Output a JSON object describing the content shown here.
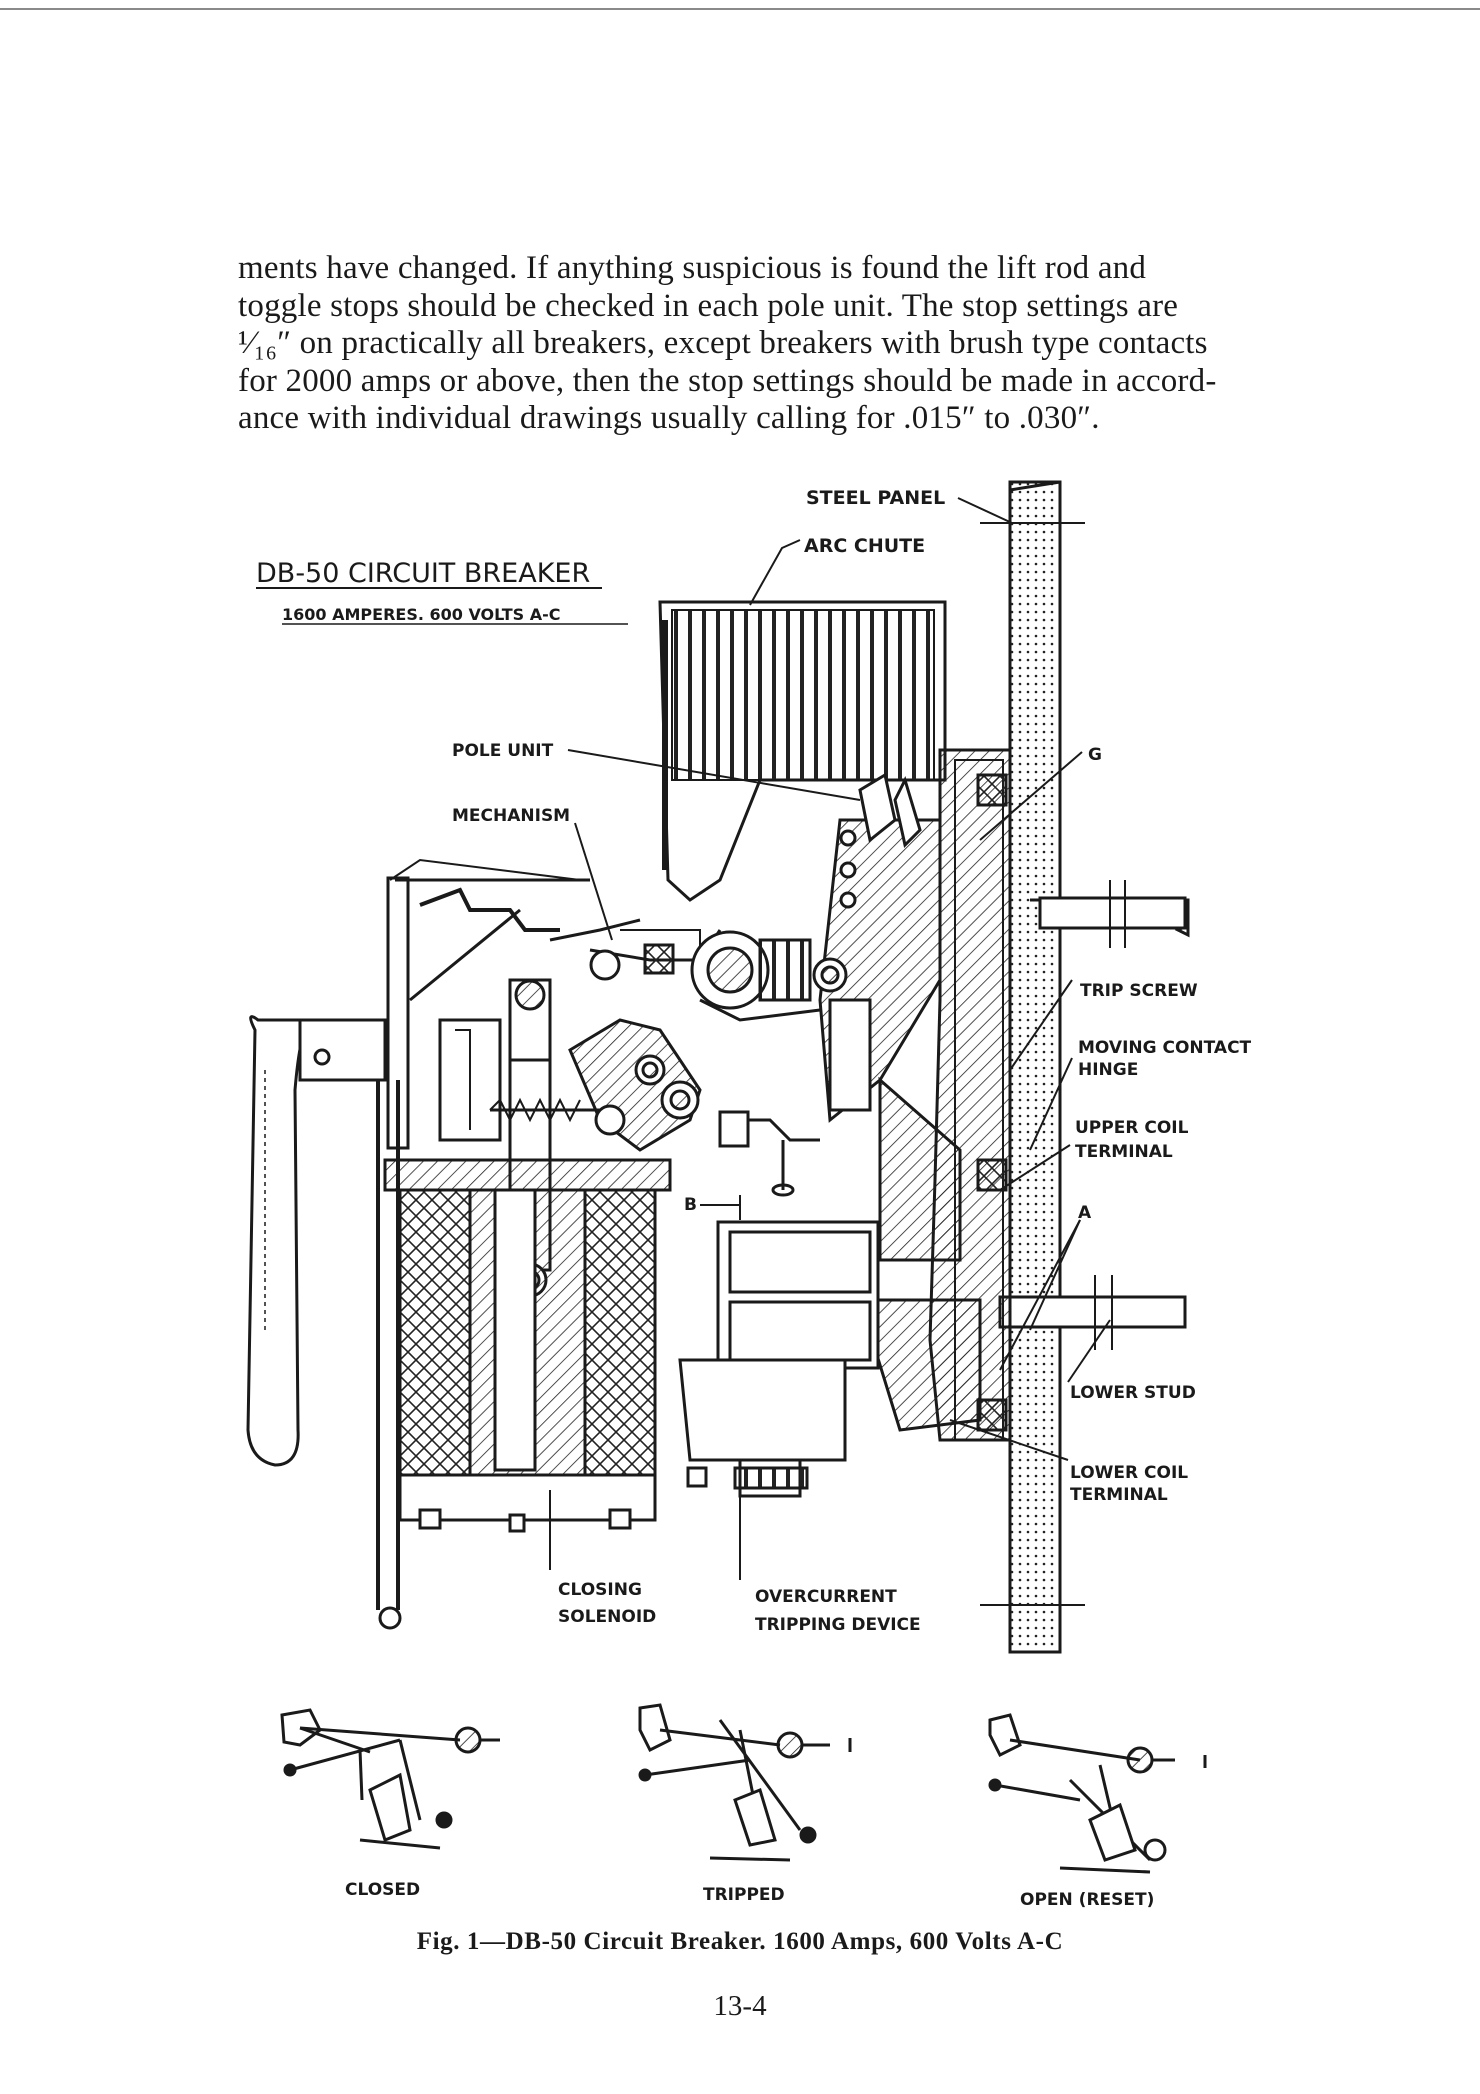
{
  "body_text": {
    "lines": [
      "ments have changed. If anything suspicious is found the lift rod and",
      "toggle stops should be checked in each pole unit. The stop settings are",
      "¹⁄₁₆″ on practically all breakers, except breakers with brush type contacts",
      "for 2000 amps or above, then the stop settings should be made in accord-",
      "ance with individual drawings usually calling for .015″ to .030″."
    ]
  },
  "figure": {
    "title": "DB-50 CIRCUIT BREAKER",
    "subtitle": "1600 AMPERES. 600 VOLTS A-C",
    "labels": {
      "steel_panel": "STEEL PANEL",
      "arc_chute": "ARC CHUTE",
      "pole_unit": "POLE UNIT",
      "mechanism": "MECHANISM",
      "g": "G",
      "trip_screw": "TRIP SCREW",
      "moving_contact_1": "MOVING CONTACT",
      "moving_contact_2": "HINGE",
      "upper_coil_1": "UPPER COIL",
      "upper_coil_2": "TERMINAL",
      "a": "A",
      "b": "B",
      "lower_stud": "LOWER STUD",
      "lower_coil_1": "LOWER COIL",
      "lower_coil_2": "TERMINAL",
      "closing_1": "CLOSING",
      "closing_2": "SOLENOID",
      "overcurrent_1": "OVERCURRENT",
      "overcurrent_2": "TRIPPING DEVICE"
    },
    "positions": {
      "closed": "CLOSED",
      "tripped": "TRIPPED",
      "open": "OPEN (RESET)"
    }
  },
  "caption": "Fig. 1—DB-50 Circuit Breaker. 1600 Amps, 600 Volts A-C",
  "page_number": "13-4"
}
